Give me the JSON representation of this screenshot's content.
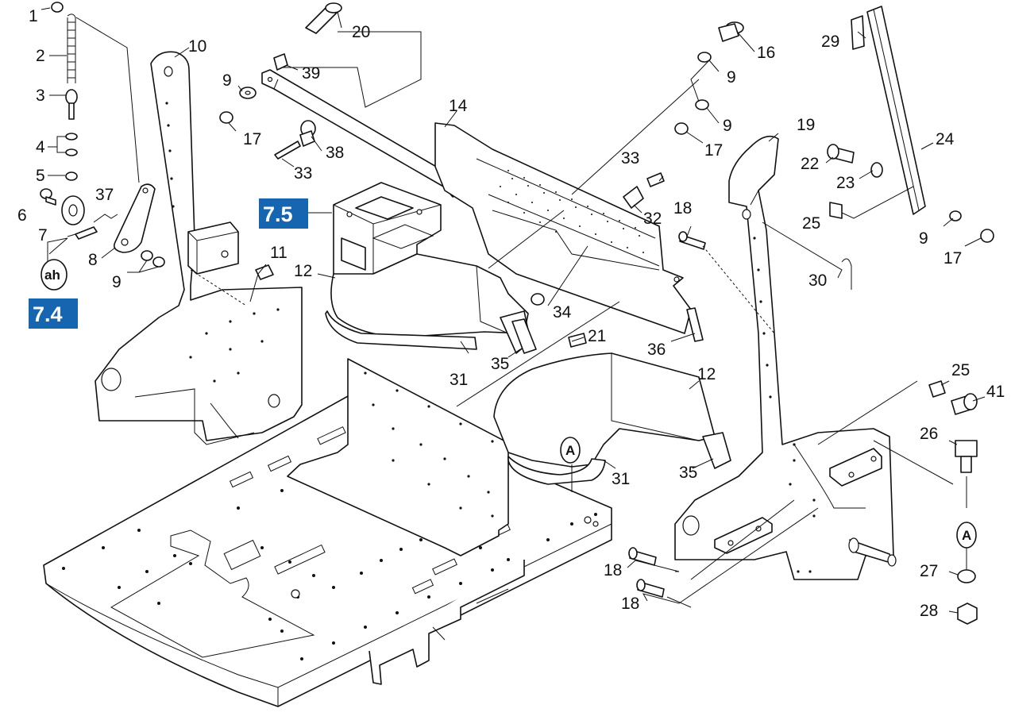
{
  "callouts": {
    "c1": "1",
    "c2": "2",
    "c3": "3",
    "c4": "4",
    "c5": "5",
    "c6": "6",
    "c7": "7",
    "c8": "8",
    "c9a": "9",
    "c9b": "9",
    "c9c": "9",
    "c9d": "9",
    "c9e": "9",
    "c10": "10",
    "c11": "11",
    "c12a": "12",
    "c12b": "12",
    "c14": "14",
    "c16": "16",
    "c17a": "17",
    "c17b": "17",
    "c17c": "17",
    "c18a": "18",
    "c18b": "18",
    "c18c": "18",
    "c19": "19",
    "c20": "20",
    "c21": "21",
    "c22": "22",
    "c23": "23",
    "c24": "24",
    "c25a": "25",
    "c25b": "25",
    "c26": "26",
    "c27": "27",
    "c28": "28",
    "c29": "29",
    "c30": "30",
    "c31a": "31",
    "c31b": "31",
    "c32": "32",
    "c33a": "33",
    "c33b": "33",
    "c34": "34",
    "c35a": "35",
    "c35b": "35",
    "c36": "36",
    "c37": "37",
    "c38": "38",
    "c39": "39",
    "c41": "41"
  },
  "references": {
    "ref74": "7.4",
    "ref75": "7.5"
  },
  "markers": {
    "ah": "ah",
    "a1": "A",
    "a2": "A"
  },
  "colors": {
    "badge": "#1565b0",
    "line": "#111111"
  }
}
